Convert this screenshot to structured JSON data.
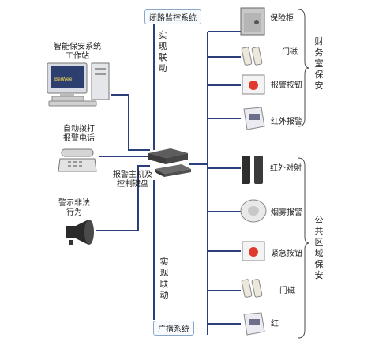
{
  "corner_text": "",
  "top_system": "闭路监控系统",
  "bottom_system": "广播系统",
  "link_top": "实现联动",
  "link_bottom": "实现联动",
  "workstation_label": "智能保安系统\n工作站",
  "monitor_brand": "BeiWee",
  "phone_label": "自动拨打\n报警电话",
  "alarm_label": "警示非法\n行为",
  "host_label": "报警主机及\n控制键盘",
  "group_finance": "财务室保安",
  "group_public": "公共区域保安",
  "devices_finance": [
    "保险柜",
    "门磁",
    "报警按钮",
    "红外报警"
  ],
  "devices_public": [
    "红外对射",
    "烟雾报警",
    "紧急按钮",
    "门磁",
    "红"
  ]
}
